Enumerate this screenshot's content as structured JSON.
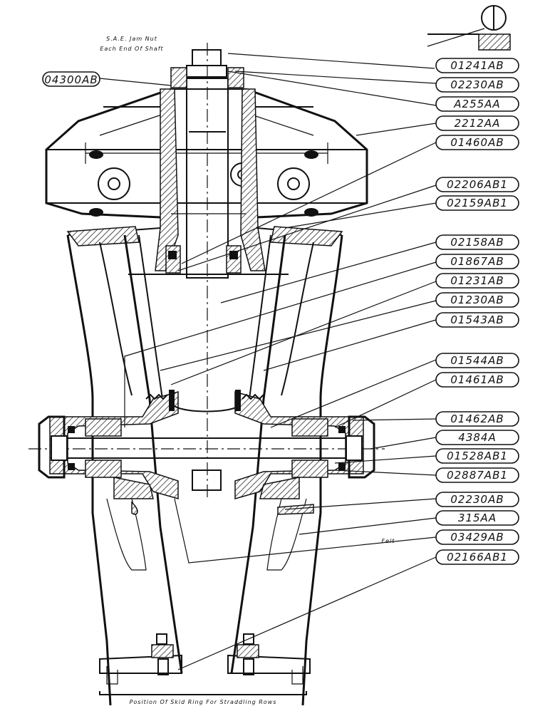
{
  "notes": {
    "jam_nut_line1": "S.A.E. Jam Nut",
    "jam_nut_line2": "Each End Of Shaft",
    "felt": "Felt",
    "skid_ring": "Position Of Skid Ring For Straddling Rows"
  },
  "left_label": "04300AB",
  "right_labels": [
    "01241AB",
    "02230AB",
    "A255AA",
    "2212AA",
    "01460AB",
    "02206AB1",
    "02159AB1",
    "02158AB",
    "01867AB",
    "01231AB",
    "01230AB",
    "01543AB",
    "01544AB",
    "01461AB",
    "01462AB",
    "4384A",
    "01528AB1",
    "02887AB1",
    "02230AB",
    "315AA",
    "03429AB",
    "02166AB1"
  ]
}
